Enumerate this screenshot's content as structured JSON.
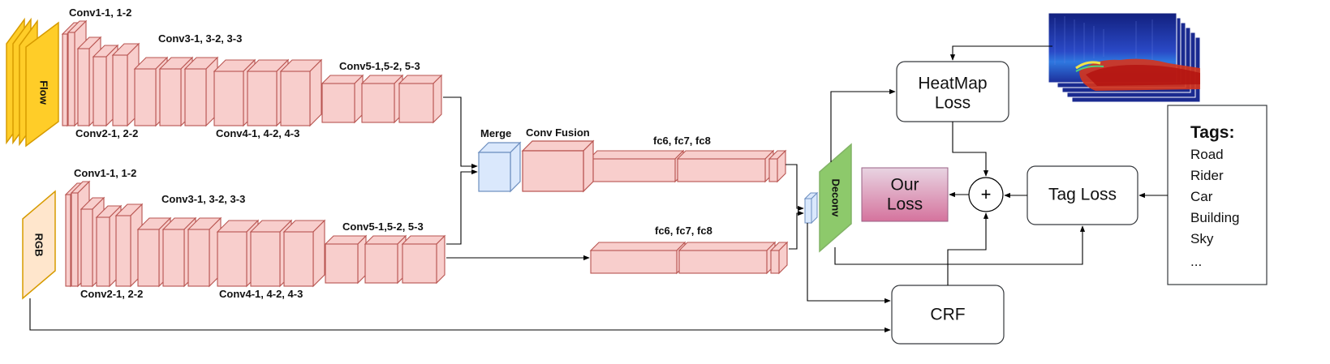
{
  "top_stream": {
    "input_label": "Flow",
    "labels": {
      "conv1": "Conv1-1, 1-2",
      "conv2": "Conv2-1, 2-2",
      "conv3": "Conv3-1, 3-2, 3-3",
      "conv4": "Conv4-1, 4-2, 4-3",
      "conv5": "Conv5-1,5-2, 5-3"
    }
  },
  "bottom_stream": {
    "input_label": "RGB",
    "labels": {
      "conv1": "Conv1-1, 1-2",
      "conv2": "Conv2-1, 2-2",
      "conv3": "Conv3-1, 3-2, 3-3",
      "conv4": "Conv4-1, 4-2, 4-3",
      "conv5": "Conv5-1,5-2, 5-3"
    }
  },
  "merge_label": "Merge",
  "conv_fusion_label": "Conv Fusion",
  "fc_top_label": "fc6, fc7, fc8",
  "fc_bottom_label": "fc6, fc7, fc8",
  "deconv_label": "Deconv",
  "heatmap_loss": {
    "line1": "HeatMap",
    "line2": "Loss"
  },
  "our_loss": {
    "line1": "Our",
    "line2": "Loss"
  },
  "plus_symbol": "+",
  "tag_loss": "Tag Loss",
  "crf": "CRF",
  "tags": {
    "title": "Tags:",
    "items": [
      "Road",
      "Rider",
      "Car",
      "Building",
      "Sky",
      "..."
    ]
  },
  "colors": {
    "conv_fill": "#f8cecc",
    "conv_stroke": "#b85450",
    "flow_fill": "#ffcd28",
    "flow_stroke": "#d79b00",
    "rgb_fill": "#ffe6cc",
    "merge_fill": "#dae8fc",
    "merge_stroke": "#6c8ebf",
    "deconv_fill": "#8dc96b",
    "deconv_stroke": "#82b366",
    "our_loss_fill_top": "#e6d0de",
    "our_loss_fill_bottom": "#d5739d",
    "box_stroke": "#36393d"
  }
}
